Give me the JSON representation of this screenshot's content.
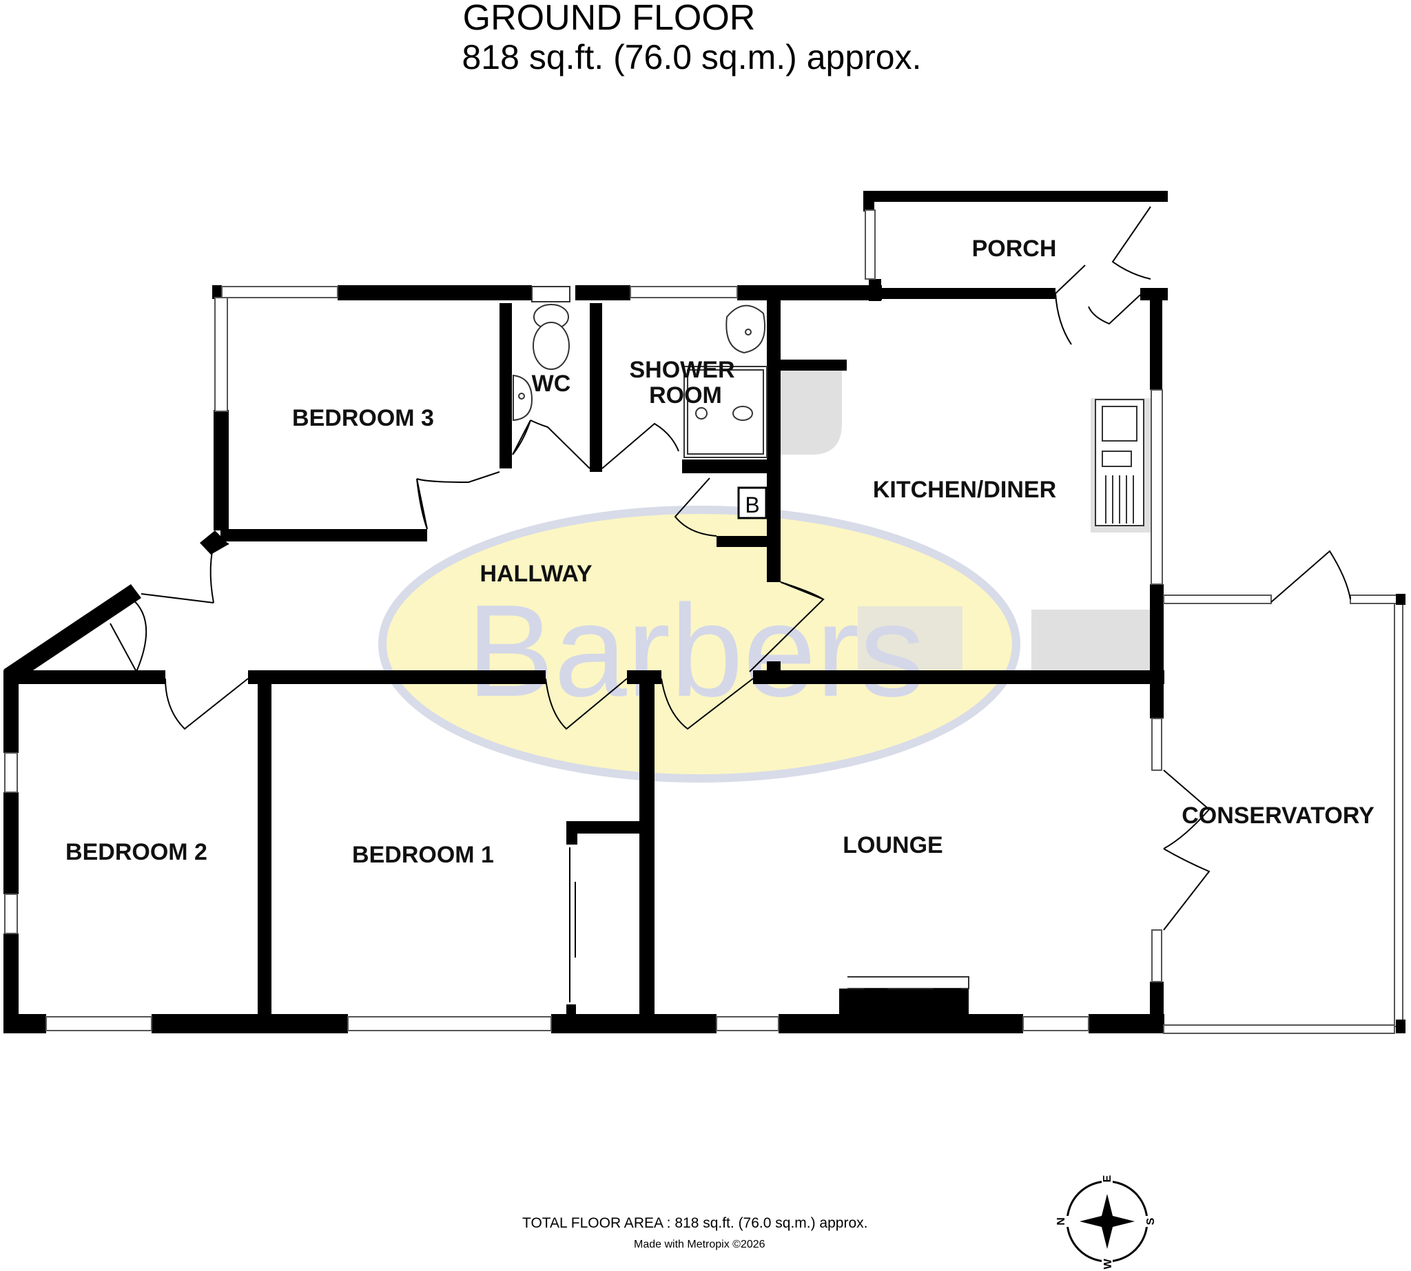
{
  "header": {
    "floor_name": "GROUND FLOOR",
    "floor_area": "818 sq.ft. (76.0 sq.m.) approx."
  },
  "watermark": {
    "text": "Barbers",
    "fill_color": "#fbf6c4",
    "ring_color": "#d8dbe8"
  },
  "rooms": {
    "porch": "PORCH",
    "bedroom3": "BEDROOM 3",
    "wc": "WC",
    "shower_room_line1": "SHOWER",
    "shower_room_line2": "ROOM",
    "kitchen": "KITCHEN/DINER",
    "boiler": "B",
    "hallway": "HALLWAY",
    "bedroom2": "BEDROOM 2",
    "bedroom1": "BEDROOM 1",
    "lounge": "LOUNGE",
    "conservatory": "CONSERVATORY"
  },
  "compass": {
    "n": "N",
    "e": "E",
    "s": "S",
    "w": "W"
  },
  "footer": {
    "total_area": "TOTAL FLOOR AREA : 818 sq.ft. (76.0 sq.m.) approx.",
    "credit": "Made with Metropix ©2026"
  }
}
